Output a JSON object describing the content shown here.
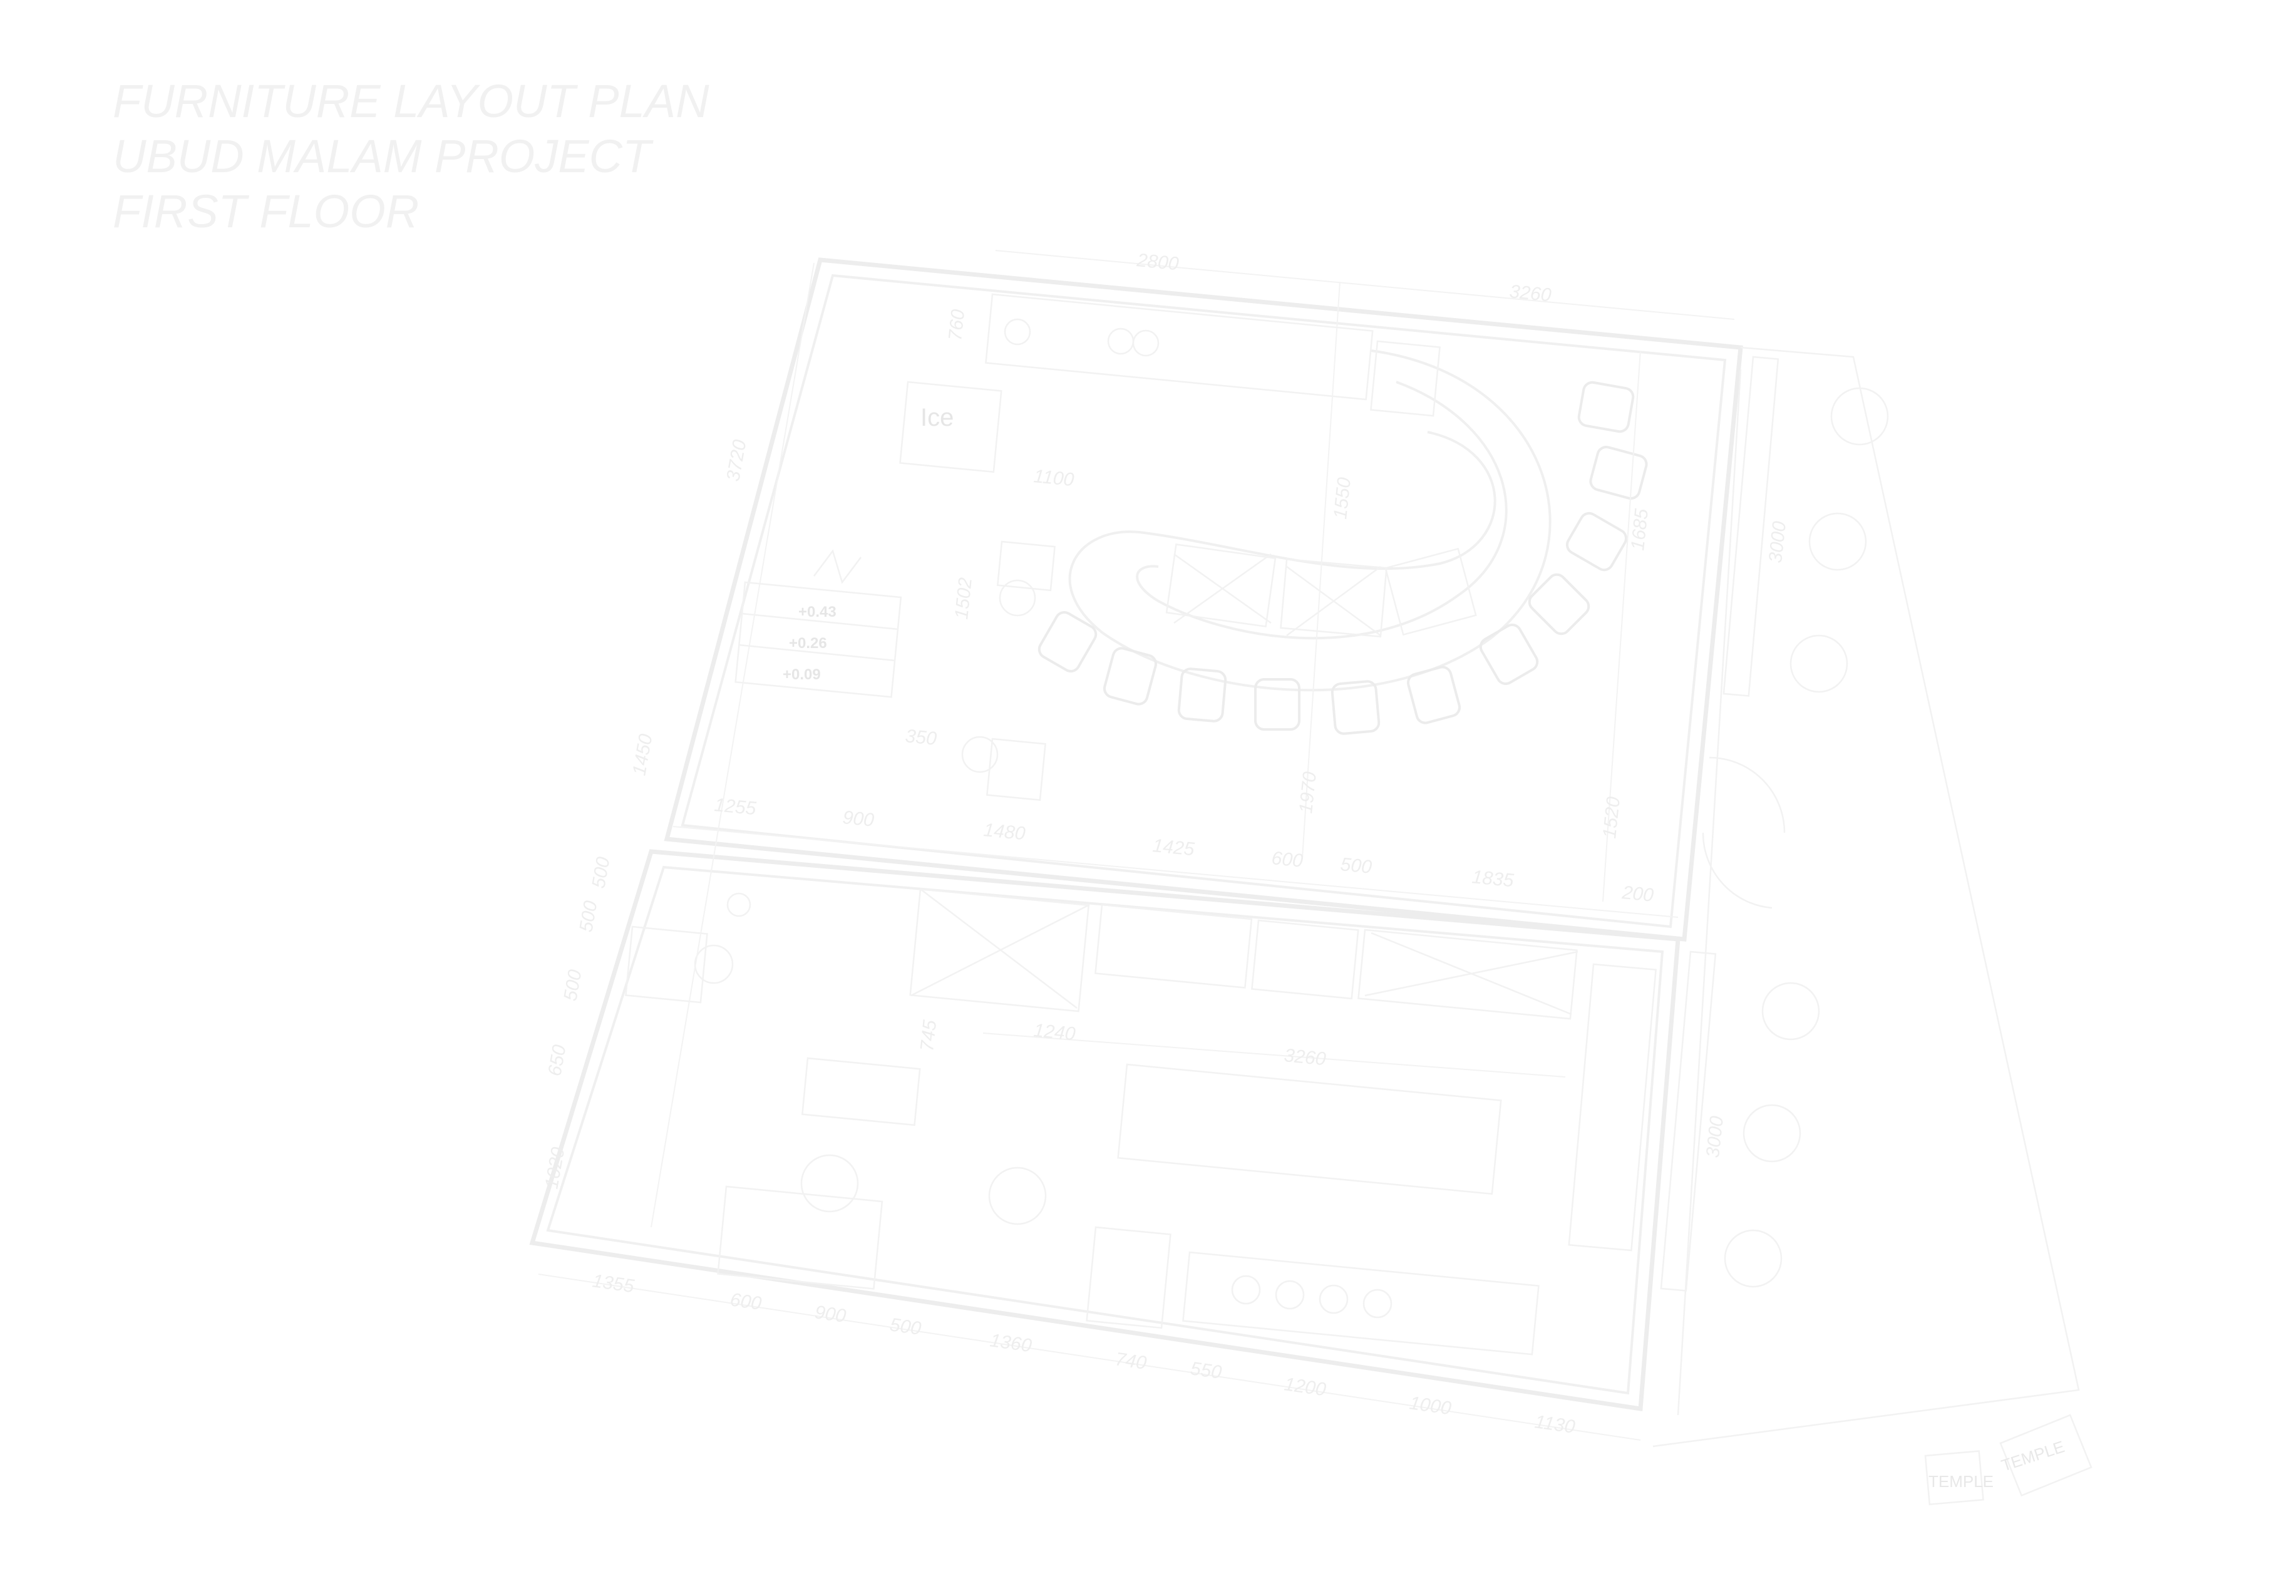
{
  "title": {
    "line1": "FURNITURE LAYOUT PLAN",
    "line2": "UBUD MALAM PROJECT",
    "line3": "FIRST FLOOR"
  },
  "labels": {
    "ice": "Ice",
    "temple_1": "TEMPLE",
    "temple_2": "TEMPLE",
    "level_1": "+0.43",
    "level_2": "+0.26",
    "level_3": "+0.09"
  },
  "dimensions": {
    "d2800": "2800",
    "d3260": "3260",
    "d760": "760",
    "d1100": "1100",
    "d1550": "1550",
    "d1685": "1685",
    "d3720": "3720",
    "d1502": "1502",
    "d350": "350",
    "d1450": "1450",
    "d1255": "1255",
    "d900a": "900",
    "d1480": "1480",
    "d1425": "1425",
    "d600a": "600",
    "d500a": "500",
    "d1835": "1835",
    "d200a": "200",
    "d1970": "1970",
    "d1520": "1520",
    "d3000": "3000",
    "d1240": "1240",
    "d3260b": "3260",
    "d745": "745",
    "d1355": "1355",
    "d600b": "600",
    "d900b": "900",
    "d500b": "500",
    "d1360": "1360",
    "d740": "740",
    "d550": "550",
    "d1200": "1200",
    "d1000": "1000",
    "d1130": "1130",
    "d1020": "1020",
    "d650": "650",
    "d500c": "500",
    "d500d": "500",
    "d500e": "500",
    "d3000b": "3000"
  }
}
